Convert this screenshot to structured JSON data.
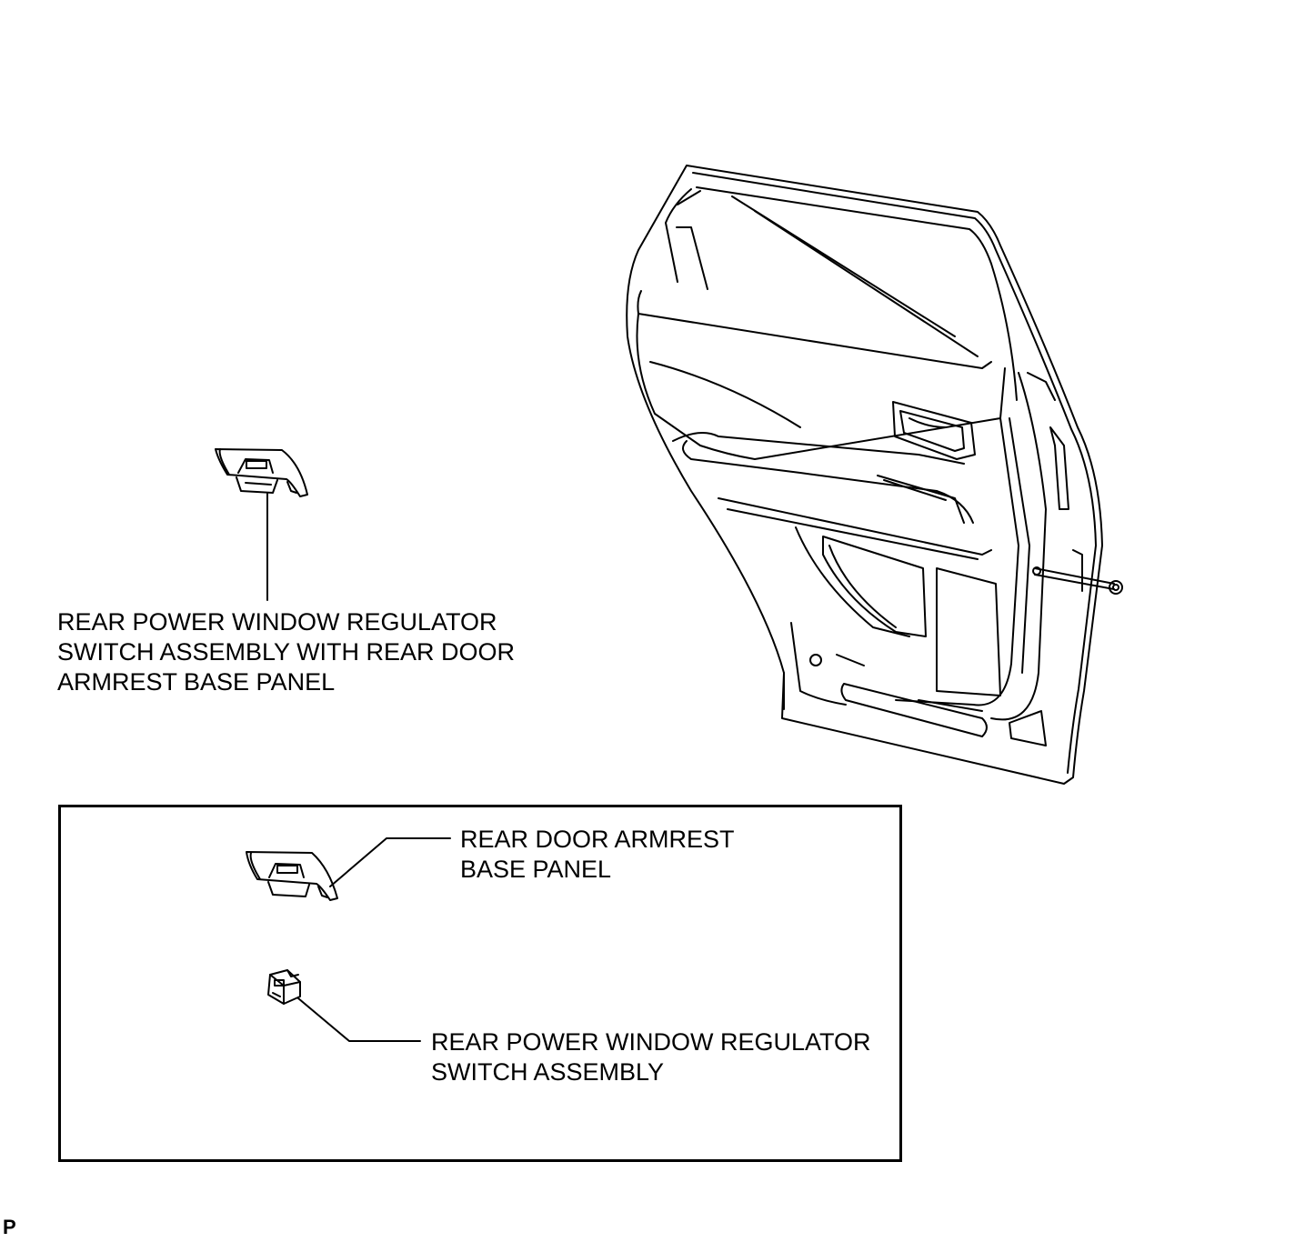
{
  "labels": {
    "assembly": {
      "line1": "REAR POWER WINDOW REGULATOR",
      "line2": "SWITCH ASSEMBLY WITH REAR DOOR",
      "line3": "ARMREST BASE PANEL"
    },
    "base_panel": {
      "line1": "REAR DOOR ARMREST",
      "line2": "BASE PANEL"
    },
    "switch": {
      "line1": "REAR POWER WINDOW REGULATOR",
      "line2": "SWITCH ASSEMBLY"
    }
  },
  "corner_mark": "P"
}
